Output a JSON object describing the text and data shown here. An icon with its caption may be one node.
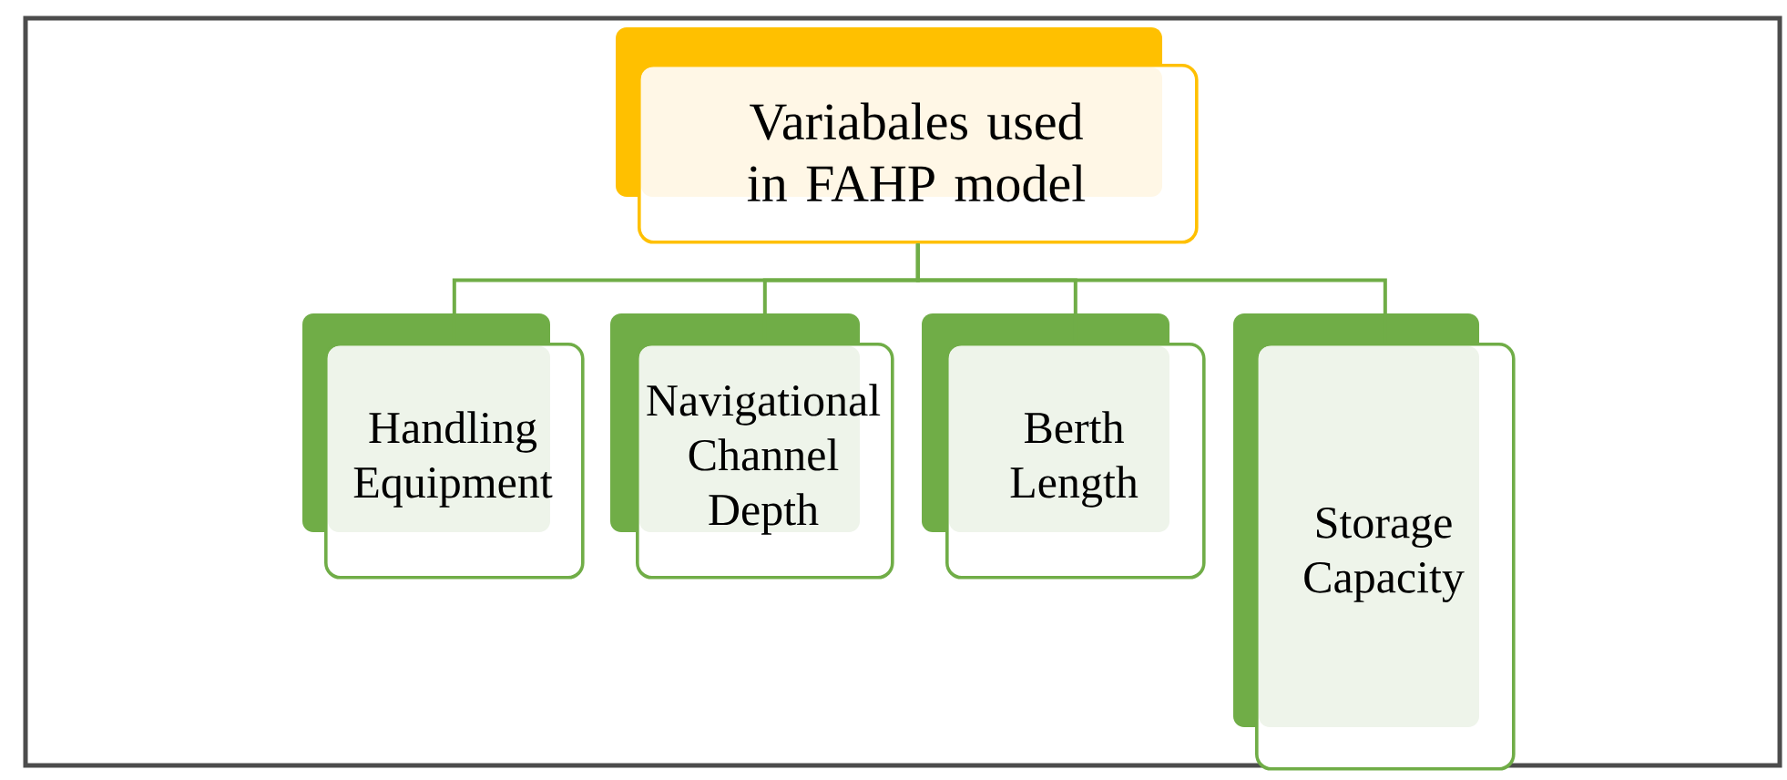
{
  "diagram": {
    "nodes": [
      {
        "text": [
          "Variabales  used in FAHP model"
        ]
      },
      {
        "text": [
          "Handling Equipment"
        ]
      },
      {
        "text": [
          "Navigational Channel Depth"
        ]
      },
      {
        "text": [
          "Berth Length"
        ]
      },
      {
        "text": [
          "Storage Capacity"
        ]
      }
    ],
    "edges": [
      {
        "from": 0,
        "to": 1,
        "arrow": "none"
      },
      {
        "from": 0,
        "to": 2,
        "arrow": "none"
      },
      {
        "from": 0,
        "to": 3,
        "arrow": "none"
      },
      {
        "from": 0,
        "to": 4,
        "arrow": "none"
      }
    ]
  }
}
